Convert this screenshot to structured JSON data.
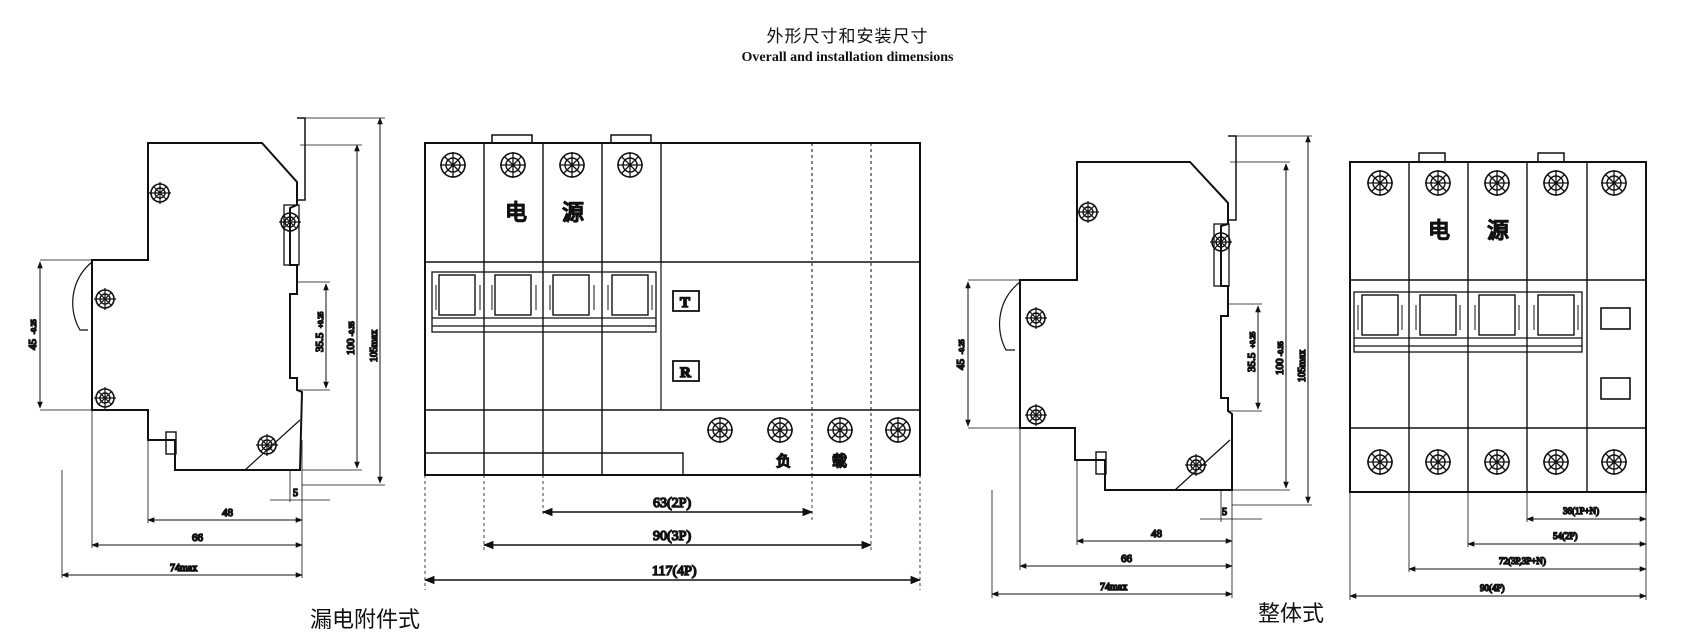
{
  "header": {
    "title_cn": "外形尺寸和安装尺寸",
    "title_en": "Overall and installation dimensions"
  },
  "left_group": {
    "caption": "漏电附件式",
    "side_view": {
      "dims": {
        "d48": "48",
        "d66": "66",
        "d74": "74max",
        "d5": "5"
      },
      "vertical": {
        "d45": "45",
        "d45_tol": "-0.25",
        "d35": "35.5",
        "d35_tol": "+0.25",
        "d100": "100",
        "d100_tol": "-0.35",
        "d105": "105max"
      }
    },
    "front_view": {
      "source_label_1": "电",
      "source_label_2": "源",
      "load_label_1": "负",
      "load_label_2": "载",
      "button_t": "T",
      "button_r": "R",
      "dim_2p": "63(2P)",
      "dim_3p": "90(3P)",
      "dim_4p": "117(4P)"
    }
  },
  "right_group": {
    "caption": "整体式",
    "side_view": {
      "dims": {
        "d48": "48",
        "d66": "66",
        "d74": "74max",
        "d5": "5"
      },
      "vertical": {
        "d45": "45",
        "d45_tol": "-0.25",
        "d35": "35.5",
        "d35_tol": "+0.25",
        "d100": "100",
        "d100_tol": "-0.35",
        "d105": "105max"
      }
    },
    "front_view": {
      "source_label_1": "电",
      "source_label_2": "源",
      "dim_1pn": "36(1P+N)",
      "dim_2p": "54(2P)",
      "dim_3p": "72(3P,3P+N)",
      "dim_4p": "90(4P)"
    }
  }
}
